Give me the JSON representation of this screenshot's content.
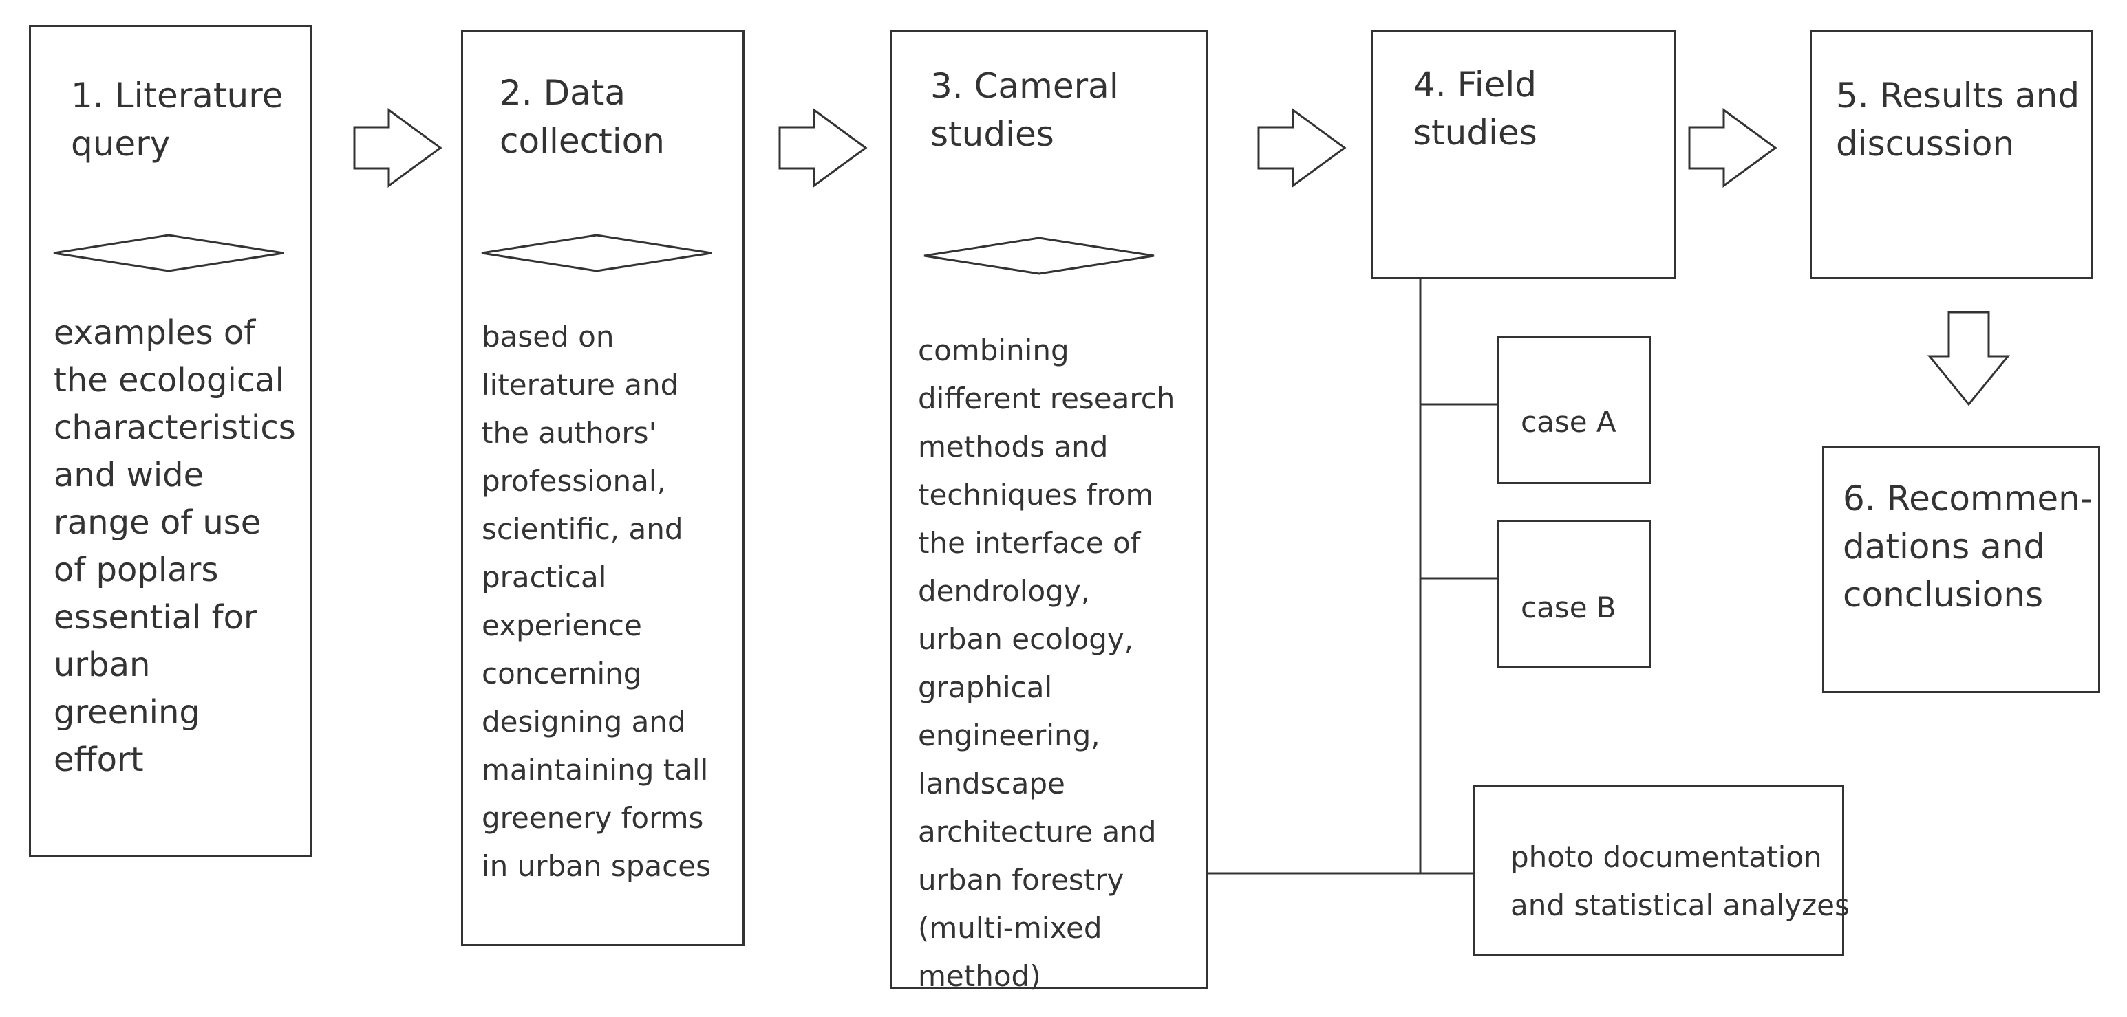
{
  "steps": [
    {
      "title": "1. Literature\nquery",
      "description": "examples of\nthe ecological\ncharacteristics\nand wide\nrange of use\nof poplars\nessential for\nurban\ngreening\neffort"
    },
    {
      "title": "2. Data\ncollection",
      "description": "based on\nliterature and\n the authors'\nprofessional,\nscientific, and\npractical\nexperience\nconcerning\ndesigning and\nmaintaining tall\ngreenery forms\nin urban spaces"
    },
    {
      "title": "3. Cameral\nstudies",
      "description": "combining\ndifferent research\nmethods and\ntechniques from\nthe interface of\ndendrology,\nurban ecology,\ngraphical\nengineering,\nlandscape\narchitecture and\nurban forestry\n(multi-mixed\nmethod)"
    },
    {
      "title": "4. Field\nstudies"
    },
    {
      "title": "5. Results and\ndiscussion"
    },
    {
      "title": "6. Recommen-\ndations and\nconclusions"
    }
  ],
  "cases": [
    "case A",
    "case B"
  ],
  "documentation": "photo documentation\nand statistical analyzes"
}
